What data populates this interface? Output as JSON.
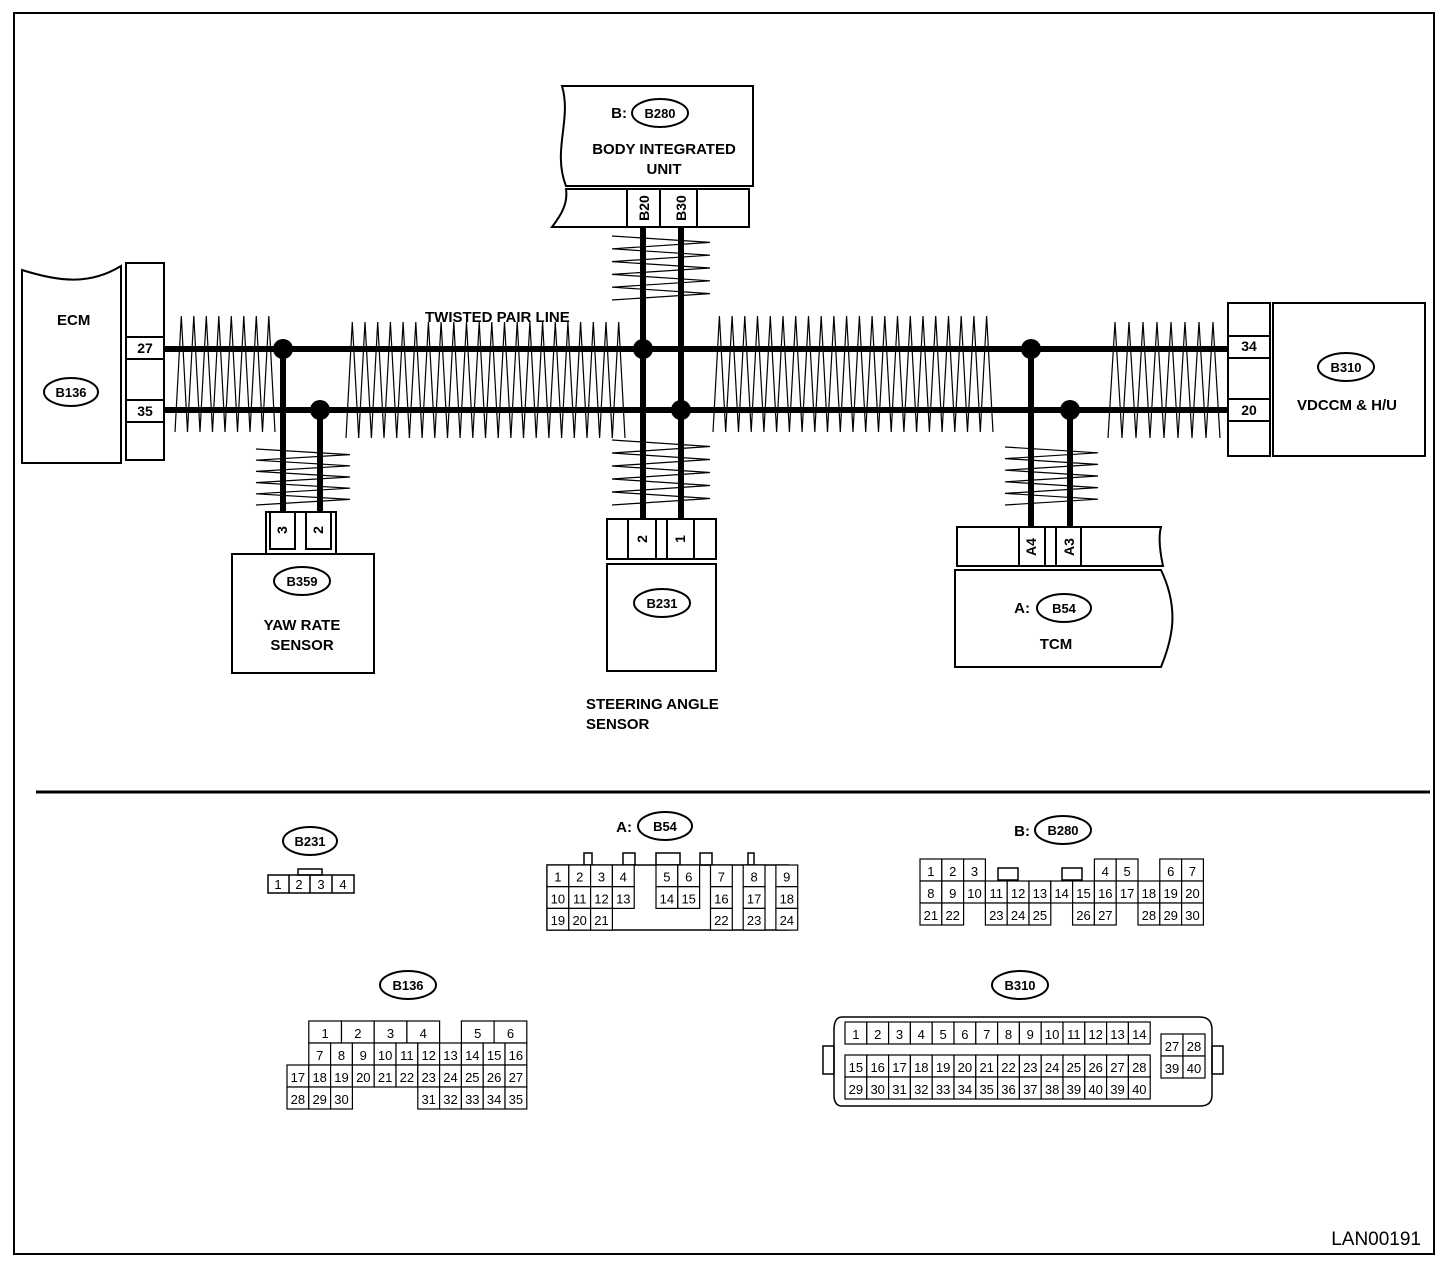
{
  "diagram_id": "LAN00191",
  "line_label": "TWISTED PAIR LINE",
  "components": {
    "ecm": {
      "name": "ECM",
      "code": "B136",
      "pins": [
        "27",
        "35"
      ]
    },
    "body_unit": {
      "prefix": "B:",
      "code": "B280",
      "name_line1": "BODY INTEGRATED",
      "name_line2": "UNIT",
      "pins": [
        "B20",
        "B30"
      ]
    },
    "vdccm": {
      "name": "VDCCM & H/U",
      "code": "B310",
      "pins": [
        "34",
        "20"
      ]
    },
    "yaw": {
      "code": "B359",
      "name_line1": "YAW RATE",
      "name_line2": "SENSOR",
      "pins": [
        "3",
        "2"
      ]
    },
    "steering": {
      "code": "B231",
      "name_line1": "STEERING ANGLE",
      "name_line2": "SENSOR",
      "pins": [
        "2",
        "1"
      ]
    },
    "tcm": {
      "prefix": "A:",
      "code": "B54",
      "name": "TCM",
      "pins": [
        "A4",
        "A3"
      ]
    }
  },
  "connector_views": {
    "b231": {
      "code": "B231",
      "pins": [
        "1",
        "2",
        "3",
        "4"
      ]
    },
    "b54": {
      "prefix": "A:",
      "code": "B54"
    },
    "b280": {
      "prefix": "B:",
      "code": "B280"
    },
    "b136": {
      "code": "B136"
    },
    "b310": {
      "code": "B310"
    }
  },
  "connector_grids": {
    "b54": [
      {
        "r": 0,
        "c": 0,
        "t": "1"
      },
      {
        "r": 0,
        "c": 1,
        "t": "2"
      },
      {
        "r": 0,
        "c": 2,
        "t": "3"
      },
      {
        "r": 0,
        "c": 3,
        "t": "4"
      },
      {
        "r": 0,
        "c": 5,
        "t": "5"
      },
      {
        "r": 0,
        "c": 6,
        "t": "6"
      },
      {
        "r": 0,
        "c": 7.5,
        "t": "7"
      },
      {
        "r": 0,
        "c": 9,
        "t": "8"
      },
      {
        "r": 0,
        "c": 10.5,
        "t": "9"
      },
      {
        "r": 1,
        "c": 0,
        "t": "10"
      },
      {
        "r": 1,
        "c": 1,
        "t": "11"
      },
      {
        "r": 1,
        "c": 2,
        "t": "12"
      },
      {
        "r": 1,
        "c": 3,
        "t": "13"
      },
      {
        "r": 1,
        "c": 5,
        "t": "14"
      },
      {
        "r": 1,
        "c": 6,
        "t": "15"
      },
      {
        "r": 1,
        "c": 7.5,
        "t": "16"
      },
      {
        "r": 1,
        "c": 9,
        "t": "17"
      },
      {
        "r": 1,
        "c": 10.5,
        "t": "18"
      },
      {
        "r": 2,
        "c": 0,
        "t": "19"
      },
      {
        "r": 2,
        "c": 1,
        "t": "20"
      },
      {
        "r": 2,
        "c": 2,
        "t": "21"
      },
      {
        "r": 2,
        "c": 7.5,
        "t": "22"
      },
      {
        "r": 2,
        "c": 9,
        "t": "23"
      },
      {
        "r": 2,
        "c": 10.5,
        "t": "24"
      }
    ],
    "b280": [
      {
        "r": 0,
        "c": 0,
        "t": "1"
      },
      {
        "r": 0,
        "c": 1,
        "t": "2"
      },
      {
        "r": 0,
        "c": 2,
        "t": "3"
      },
      {
        "r": 0,
        "c": 8,
        "t": "4"
      },
      {
        "r": 0,
        "c": 9,
        "t": "5"
      },
      {
        "r": 0,
        "c": 11,
        "t": "6"
      },
      {
        "r": 0,
        "c": 12,
        "t": "7"
      },
      {
        "r": 1,
        "c": 0,
        "t": "8"
      },
      {
        "r": 1,
        "c": 1,
        "t": "9"
      },
      {
        "r": 1,
        "c": 2,
        "t": "10"
      },
      {
        "r": 1,
        "c": 3,
        "t": "11"
      },
      {
        "r": 1,
        "c": 4,
        "t": "12"
      },
      {
        "r": 1,
        "c": 5,
        "t": "13"
      },
      {
        "r": 1,
        "c": 6,
        "t": "14"
      },
      {
        "r": 1,
        "c": 7,
        "t": "15"
      },
      {
        "r": 1,
        "c": 8,
        "t": "16"
      },
      {
        "r": 1,
        "c": 9,
        "t": "17"
      },
      {
        "r": 1,
        "c": 10,
        "t": "18"
      },
      {
        "r": 1,
        "c": 11,
        "t": "19"
      },
      {
        "r": 1,
        "c": 12,
        "t": "20"
      },
      {
        "r": 2,
        "c": 0,
        "t": "21"
      },
      {
        "r": 2,
        "c": 1,
        "t": "22"
      },
      {
        "r": 2,
        "c": 3,
        "t": "23"
      },
      {
        "r": 2,
        "c": 4,
        "t": "24"
      },
      {
        "r": 2,
        "c": 5,
        "t": "25"
      },
      {
        "r": 2,
        "c": 7,
        "t": "26"
      },
      {
        "r": 2,
        "c": 8,
        "t": "27"
      },
      {
        "r": 2,
        "c": 10,
        "t": "28"
      },
      {
        "r": 2,
        "c": 11,
        "t": "29"
      },
      {
        "r": 2,
        "c": 12,
        "t": "30"
      }
    ],
    "b136": [
      {
        "r": 0,
        "c": 1,
        "w": 1.5,
        "t": "1"
      },
      {
        "r": 0,
        "c": 2.5,
        "w": 1.5,
        "t": "2"
      },
      {
        "r": 0,
        "c": 4,
        "w": 1.5,
        "t": "3"
      },
      {
        "r": 0,
        "c": 5.5,
        "w": 1.5,
        "t": "4"
      },
      {
        "r": 0,
        "c": 8,
        "w": 1.5,
        "t": "5"
      },
      {
        "r": 0,
        "c": 9.5,
        "w": 1.5,
        "t": "6"
      },
      {
        "r": 1,
        "c": 1,
        "t": "7"
      },
      {
        "r": 1,
        "c": 2,
        "t": "8"
      },
      {
        "r": 1,
        "c": 3,
        "t": "9"
      },
      {
        "r": 1,
        "c": 4,
        "t": "10"
      },
      {
        "r": 1,
        "c": 5,
        "t": "11"
      },
      {
        "r": 1,
        "c": 6,
        "t": "12"
      },
      {
        "r": 1,
        "c": 7,
        "t": "13"
      },
      {
        "r": 1,
        "c": 8,
        "t": "14"
      },
      {
        "r": 1,
        "c": 9,
        "t": "15"
      },
      {
        "r": 1,
        "c": 10,
        "t": "16"
      },
      {
        "r": 2,
        "c": 0,
        "t": "17"
      },
      {
        "r": 2,
        "c": 1,
        "t": "18"
      },
      {
        "r": 2,
        "c": 2,
        "t": "19"
      },
      {
        "r": 2,
        "c": 3,
        "t": "20"
      },
      {
        "r": 2,
        "c": 4,
        "t": "21"
      },
      {
        "r": 2,
        "c": 5,
        "t": "22"
      },
      {
        "r": 2,
        "c": 6,
        "t": "23"
      },
      {
        "r": 2,
        "c": 7,
        "t": "24"
      },
      {
        "r": 2,
        "c": 8,
        "t": "25"
      },
      {
        "r": 2,
        "c": 9,
        "t": "26"
      },
      {
        "r": 2,
        "c": 10,
        "t": "27"
      },
      {
        "r": 3,
        "c": 0,
        "t": "28"
      },
      {
        "r": 3,
        "c": 1,
        "t": "29"
      },
      {
        "r": 3,
        "c": 2,
        "t": "30"
      },
      {
        "r": 3,
        "c": 6,
        "t": "31"
      },
      {
        "r": 3,
        "c": 7,
        "t": "32"
      },
      {
        "r": 3,
        "c": 8,
        "t": "33"
      },
      {
        "r": 3,
        "c": 9,
        "t": "34"
      },
      {
        "r": 3,
        "c": 10,
        "t": "35"
      }
    ],
    "b310_main": [
      {
        "r": 0,
        "c": 0,
        "t": "1"
      },
      {
        "r": 0,
        "c": 1,
        "t": "2"
      },
      {
        "r": 0,
        "c": 2,
        "t": "3"
      },
      {
        "r": 0,
        "c": 3,
        "t": "4"
      },
      {
        "r": 0,
        "c": 4,
        "t": "5"
      },
      {
        "r": 0,
        "c": 5,
        "t": "6"
      },
      {
        "r": 0,
        "c": 6,
        "t": "7"
      },
      {
        "r": 0,
        "c": 7,
        "t": "8"
      },
      {
        "r": 0,
        "c": 8,
        "t": "9"
      },
      {
        "r": 0,
        "c": 9,
        "t": "10"
      },
      {
        "r": 0,
        "c": 10,
        "t": "11"
      },
      {
        "r": 0,
        "c": 11,
        "t": "12"
      },
      {
        "r": 0,
        "c": 12,
        "t": "13"
      },
      {
        "r": 0,
        "c": 13,
        "t": "14"
      },
      {
        "r": 1.5,
        "c": 0,
        "t": "15"
      },
      {
        "r": 1.5,
        "c": 1,
        "t": "16"
      },
      {
        "r": 1.5,
        "c": 2,
        "t": "17"
      },
      {
        "r": 1.5,
        "c": 3,
        "t": "18"
      },
      {
        "r": 1.5,
        "c": 4,
        "t": "19"
      },
      {
        "r": 1.5,
        "c": 5,
        "t": "20"
      },
      {
        "r": 1.5,
        "c": 6,
        "t": "21"
      },
      {
        "r": 1.5,
        "c": 7,
        "t": "22"
      },
      {
        "r": 1.5,
        "c": 8,
        "t": "23"
      },
      {
        "r": 1.5,
        "c": 9,
        "t": "24"
      },
      {
        "r": 1.5,
        "c": 10,
        "t": "25"
      },
      {
        "r": 1.5,
        "c": 11,
        "t": "26"
      },
      {
        "r": 1.5,
        "c": 12,
        "t": "27"
      },
      {
        "r": 1.5,
        "c": 13,
        "t": "28"
      },
      {
        "r": 2.5,
        "c": 0,
        "t": "29"
      },
      {
        "r": 2.5,
        "c": 1,
        "t": "30"
      },
      {
        "r": 2.5,
        "c": 2,
        "t": "31"
      },
      {
        "r": 2.5,
        "c": 3,
        "t": "32"
      },
      {
        "r": 2.5,
        "c": 4,
        "t": "33"
      },
      {
        "r": 2.5,
        "c": 5,
        "t": "34"
      },
      {
        "r": 2.5,
        "c": 6,
        "t": "35"
      },
      {
        "r": 2.5,
        "c": 7,
        "t": "36"
      },
      {
        "r": 2.5,
        "c": 8,
        "t": "37"
      },
      {
        "r": 2.5,
        "c": 9,
        "t": "38"
      },
      {
        "r": 2.5,
        "c": 10,
        "t": "39"
      },
      {
        "r": 2.5,
        "c": 11,
        "t": "40"
      },
      {
        "r": 2.5,
        "c": 12,
        "t": "39"
      },
      {
        "r": 2.5,
        "c": 13,
        "t": "40"
      }
    ],
    "b310_side": [
      {
        "r": 0,
        "c": 0,
        "t": "27"
      },
      {
        "r": 0,
        "c": 1,
        "t": "28"
      },
      {
        "r": 1,
        "c": 0,
        "t": "39"
      },
      {
        "r": 1,
        "c": 1,
        "t": "40"
      }
    ]
  }
}
